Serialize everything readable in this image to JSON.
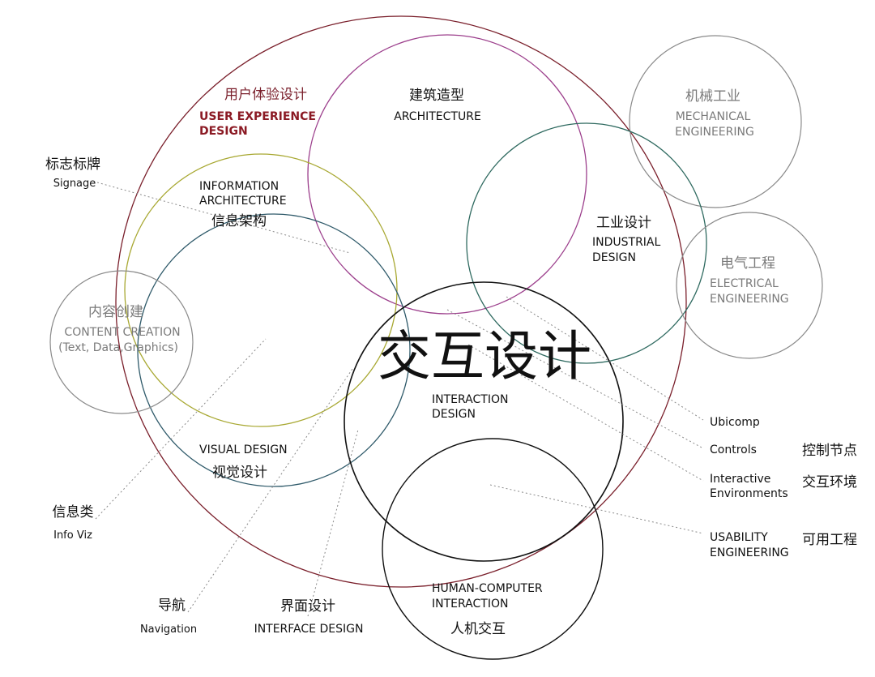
{
  "center": {
    "zh": "交互设计",
    "en": "INTERACTION DESIGN"
  },
  "user_experience": {
    "zh": "用户体验设计",
    "en_line1": "USER EXPERIENCE",
    "en_line2": "DESIGN"
  },
  "architecture": {
    "zh": "建筑造型",
    "en": "ARCHITECTURE"
  },
  "mechanical": {
    "zh": "机械工业",
    "en_line1": "MECHANICAL",
    "en_line2": "ENGINEERING"
  },
  "industrial": {
    "zh": "工业设计",
    "en_line1": "INDUSTRIAL",
    "en_line2": "DESIGN"
  },
  "electrical": {
    "zh": "电气工程",
    "en_line1": "ELECTRICAL",
    "en_line2": "ENGINEERING"
  },
  "signage": {
    "zh": "标志标牌",
    "en": "Signage"
  },
  "information_architecture": {
    "en_line1": "INFORMATION",
    "en_line2": "ARCHITECTURE",
    "zh": "信息架构"
  },
  "content_creation": {
    "zh": "内容创建",
    "en_line1": "CONTENT CREATION",
    "en_line2": "(Text, Data,Graphics)"
  },
  "visual_design": {
    "en": "VISUAL DESIGN",
    "zh": "视觉设计"
  },
  "info_viz": {
    "zh": "信息类",
    "en": "Info Viz"
  },
  "navigation": {
    "zh": "导航",
    "en": "Navigation"
  },
  "interface_design": {
    "zh": "界面设计",
    "en": "INTERFACE DESIGN"
  },
  "hci": {
    "en_line1": "HUMAN-COMPUTER",
    "en_line2": "INTERACTION",
    "zh": "人机交互"
  },
  "ubicomp": {
    "en": "Ubicomp"
  },
  "controls": {
    "en": "Controls",
    "zh": "控制节点"
  },
  "interactive_env": {
    "en_line1": "Interactive",
    "en_line2": "Environments",
    "zh": "交互环境"
  },
  "usability": {
    "en_line1": "USABILITY",
    "en_line2": "ENGINEERING",
    "zh": "可用工程"
  },
  "colors": {
    "ux_circle": "#7a1f2b",
    "ux_label": "#8b1a24",
    "architecture_circle": "#9c3f8c",
    "industrial_circle": "#2f6a60",
    "ia_circle": "#a8a832",
    "visual_circle": "#2f5a6a",
    "gray_circle": "#8a8a8a",
    "black": "#111111",
    "gray_text": "#7a7a7a"
  }
}
